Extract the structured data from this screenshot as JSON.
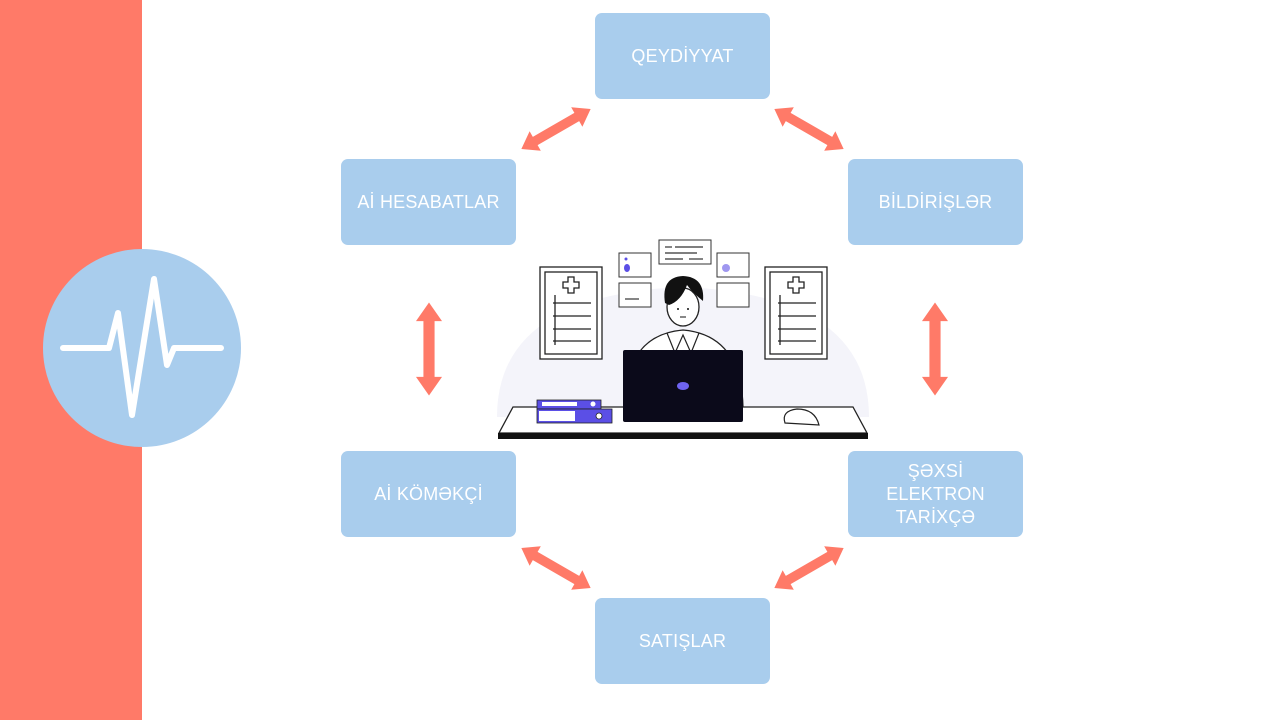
{
  "colors": {
    "sidebar": "#FF7A68",
    "node_fill": "#A9CDED",
    "node_text": "#FFFFFF",
    "arrow": "#FF7A68",
    "accent_purple": "#5B4FE6"
  },
  "logo": {
    "icon": "heartbeat-pulse-icon"
  },
  "nodes": {
    "top": "QEYDİYYAT",
    "top_left": "Aİ HESABATLAR",
    "top_right": "BİLDİRİŞLƏR",
    "bottom_left": "Aİ KÖMƏKÇİ",
    "bottom_right": "ŞƏXSİ\nELEKTRON\nTARİXÇƏ",
    "bottom": "SATIŞLAR"
  },
  "connections": [
    {
      "from": "top",
      "to": "top_right",
      "type": "bidirectional"
    },
    {
      "from": "top_right",
      "to": "bottom_right",
      "type": "bidirectional"
    },
    {
      "from": "bottom_right",
      "to": "bottom",
      "type": "bidirectional"
    },
    {
      "from": "bottom",
      "to": "bottom_left",
      "type": "bidirectional"
    },
    {
      "from": "bottom_left",
      "to": "top_left",
      "type": "bidirectional"
    },
    {
      "from": "top_left",
      "to": "top",
      "type": "bidirectional"
    }
  ],
  "center_image": {
    "description": "doctor-at-laptop-illustration"
  }
}
